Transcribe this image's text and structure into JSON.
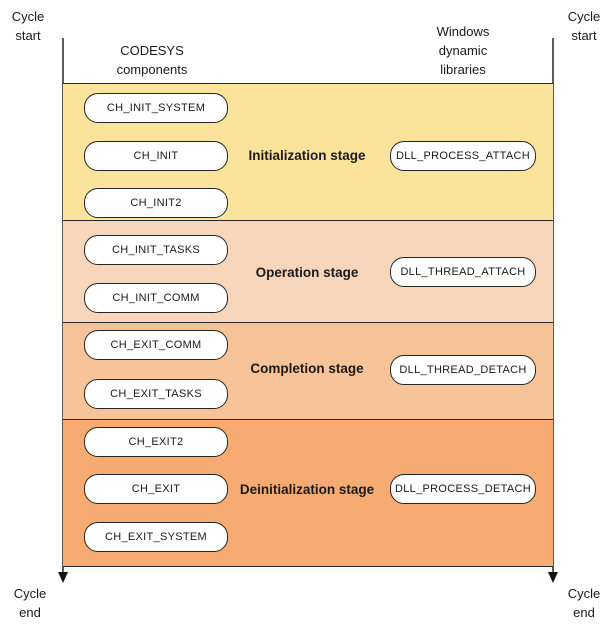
{
  "corners": {
    "top_left": "Cycle\nstart",
    "top_right": "Cycle\nstart",
    "bottom_left": "Cycle\nend",
    "bottom_right": "Cycle\nend"
  },
  "column_headers": {
    "left": "CODESYS\ncomponents",
    "right": "Windows\ndynamic\nlibraries"
  },
  "colors": {
    "initialization_band": "#FCE39B",
    "operation_band": "#F8D6BB",
    "completion_band": "#F7C499",
    "deinitialization_band": "#F5AB71",
    "band_border": "#262626",
    "cycle_line": "#5A5A5A"
  },
  "stages": [
    {
      "name": "Initialization stage",
      "color": "#FCE39B",
      "codesys_components": [
        "CH_INIT_SYSTEM",
        "CH_INIT",
        "CH_INIT2"
      ],
      "windows_callback": "DLL_PROCESS_ATTACH"
    },
    {
      "name": "Operation stage",
      "color": "#F8D6BB",
      "codesys_components": [
        "CH_INIT_TASKS",
        "CH_INIT_COMM"
      ],
      "windows_callback": "DLL_THREAD_ATTACH"
    },
    {
      "name": "Completion stage",
      "color": "#F7C499",
      "codesys_components": [
        "CH_EXIT_COMM",
        "CH_EXIT_TASKS"
      ],
      "windows_callback": "DLL_THREAD_DETACH"
    },
    {
      "name": "Deinitialization stage",
      "color": "#F5AB71",
      "codesys_components": [
        "CH_EXIT2",
        "CH_EXIT",
        "CH_EXIT_SYSTEM"
      ],
      "windows_callback": "DLL_PROCESS_DETACH"
    }
  ]
}
